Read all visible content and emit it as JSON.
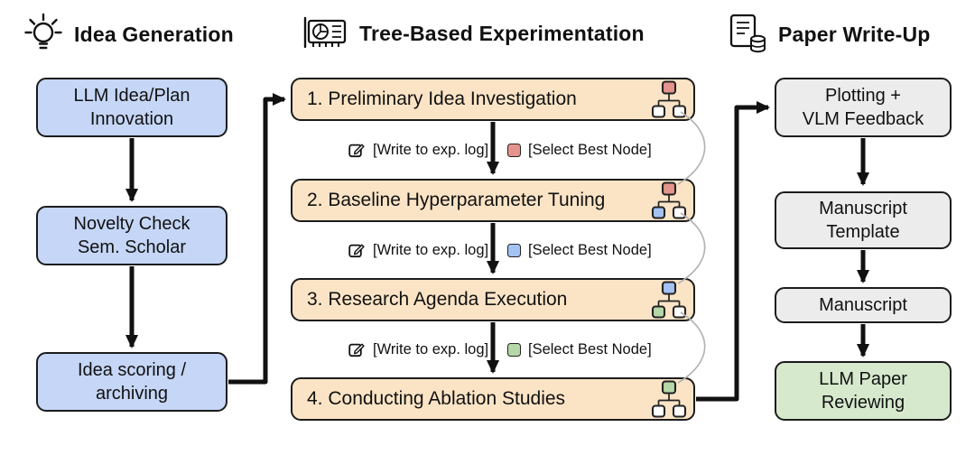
{
  "colors": {
    "idea_box": "#c5d6f6",
    "exp_box": "#fbe4c6",
    "paper_box": "#ececec",
    "review_box": "#d6e9cd",
    "node_red": "#e4948c",
    "node_blue": "#a4c2f4",
    "node_green": "#b6d7a8",
    "node_white": "#ffffff",
    "arrow": "#111111",
    "curve": "#b3b3b3"
  },
  "idea_generation": {
    "header": "Idea Generation",
    "boxes": [
      {
        "lines": [
          "LLM Idea/Plan",
          "Innovation"
        ]
      },
      {
        "lines": [
          "Novelty Check",
          "Sem. Scholar"
        ]
      },
      {
        "lines": [
          "Idea scoring /",
          "archiving"
        ]
      }
    ]
  },
  "experimentation": {
    "header": "Tree-Based Experimentation",
    "boxes": [
      {
        "label": "1. Preliminary Idea Investigation"
      },
      {
        "label": "2. Baseline Hyperparameter Tuning"
      },
      {
        "label": "3. Research Agenda Execution"
      },
      {
        "label": "4. Conducting Ablation Studies"
      }
    ],
    "transitions": [
      {
        "write_label": "[Write to exp. log]",
        "select_label": "[Select Best Node]"
      },
      {
        "write_label": "[Write to exp. log]",
        "select_label": "[Select Best Node]"
      },
      {
        "write_label": "[Write to exp. log]",
        "select_label": "[Select Best Node]"
      }
    ]
  },
  "paper_writeup": {
    "header": "Paper Write-Up",
    "boxes": [
      {
        "lines": [
          "Plotting +",
          "VLM Feedback"
        ]
      },
      {
        "lines": [
          "Manuscript",
          "Template"
        ]
      },
      {
        "lines": [
          "Manuscript"
        ]
      },
      {
        "lines": [
          "LLM Paper",
          "Reviewing"
        ]
      }
    ]
  }
}
